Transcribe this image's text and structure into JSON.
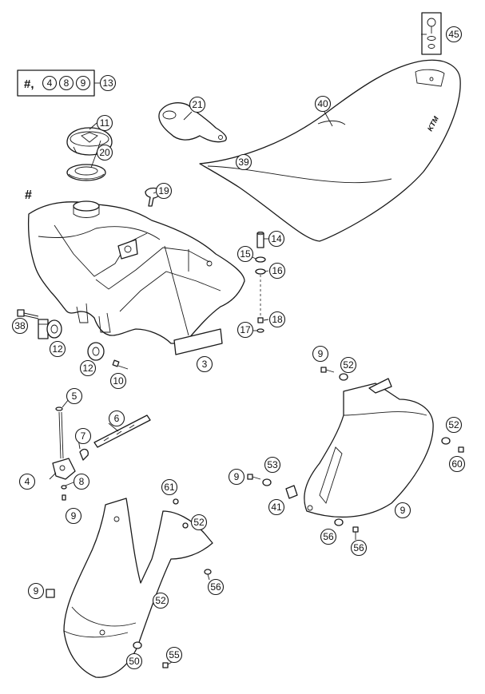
{
  "legend": {
    "prefix": "#,",
    "items": [
      "4",
      "8",
      "9"
    ],
    "target": "13"
  },
  "tank_mark": "#",
  "seat_brand": "KTM",
  "callouts": [
    "45",
    "13",
    "40",
    "21",
    "11",
    "20",
    "39",
    "19",
    "14",
    "15",
    "16",
    "38",
    "12",
    "18",
    "17",
    "3",
    "12",
    "10",
    "9",
    "52",
    "5",
    "6",
    "7",
    "52",
    "4",
    "8",
    "9",
    "53",
    "9",
    "60",
    "41",
    "9",
    "56",
    "56",
    "61",
    "52",
    "9",
    "50",
    "56",
    "52",
    "55"
  ]
}
